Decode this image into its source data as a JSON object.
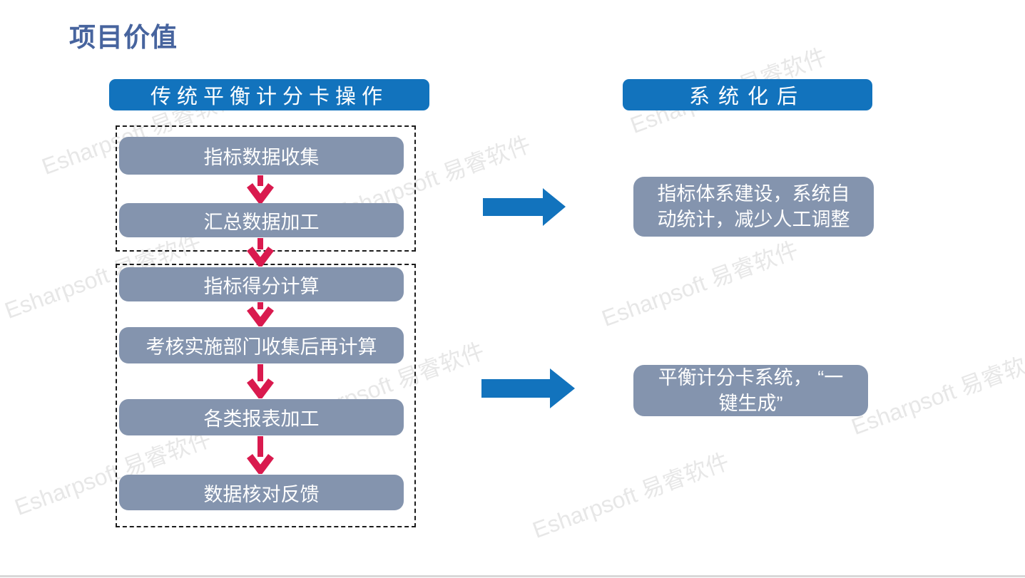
{
  "slide": {
    "title": "项目价值",
    "left": {
      "header": "传统平衡计分卡操作",
      "group1_steps": [
        "指标数据收集",
        "汇总数据加工"
      ],
      "group2_steps": [
        "指标得分计算",
        "考核实施部门收集后再计算",
        "各类报表加工",
        "数据核对反馈"
      ]
    },
    "right": {
      "header": "系统化后",
      "result1": "指标体系建设，系统自\n动统计，减少人工调整",
      "result2": "平衡计分卡系统， “一\n键生成”"
    },
    "watermark_text": "Esharpsoft 易睿软件",
    "colors": {
      "header_blue": "#1273BD",
      "box_gray": "#8494AE",
      "arrow_red": "#D91A4E",
      "title_blue": "#47649E",
      "watermark_gray": "#E7E7E7"
    }
  }
}
